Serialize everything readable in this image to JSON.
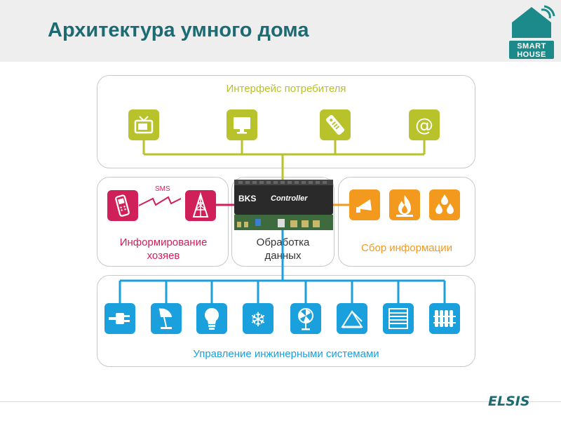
{
  "title": "Архитектура умного дома",
  "logo": {
    "line1": "SMART",
    "line2": "HOUSE"
  },
  "footer_logo": "ELSIS",
  "colors": {
    "title": "#1c6b73",
    "consumer": "#b8c22a",
    "owner": "#d0205a",
    "info": "#f39a1e",
    "systems": "#1aa0dc",
    "processing": "#c8b400"
  },
  "panels": {
    "consumer": {
      "label": "Интерфейс потребителя",
      "icons": [
        "tv-icon",
        "monitor-icon",
        "remote-control-icon",
        "email-at-icon"
      ]
    },
    "owner": {
      "label": "Информирование хозяев",
      "sms": "SMS",
      "icons": [
        "mobile-phone-icon",
        "radio-tower-icon"
      ]
    },
    "processing": {
      "label": "Обработка данных",
      "controller": {
        "brand": "BKS",
        "name": "Controller"
      }
    },
    "info": {
      "label": "Сбор информации",
      "icons": [
        "horn-sensor-icon",
        "fire-sensor-icon",
        "water-leak-icon"
      ]
    },
    "systems": {
      "label": "Управление инжинерными системами",
      "icons": [
        "power-plug-icon",
        "lamp-icon",
        "light-bulb-icon",
        "snowflake-icon",
        "fan-icon",
        "window-icon",
        "blinds-icon",
        "radiator-icon"
      ]
    }
  }
}
